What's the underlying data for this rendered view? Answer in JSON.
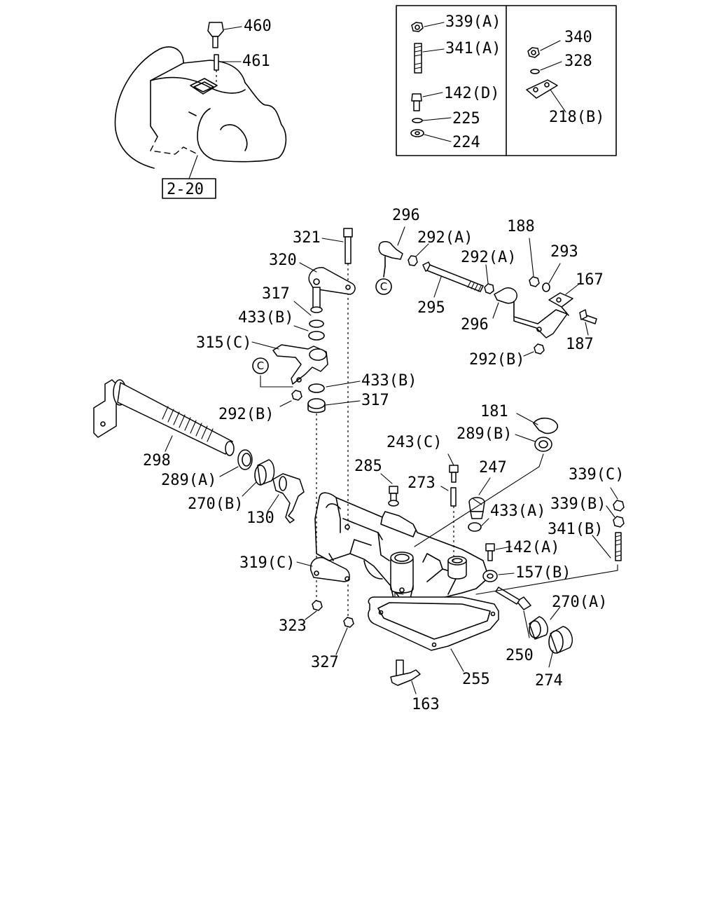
{
  "labels": {
    "p460": "460",
    "p461": "461",
    "ref": "2-20",
    "p339a": "339(A)",
    "p341a": "341(A)",
    "p142d": "142(D)",
    "p225": "225",
    "p224": "224",
    "p340": "340",
    "p328": "328",
    "p218b": "218(B)",
    "p296a": "296",
    "p292a1": "292(A)",
    "p188": "188",
    "p321": "321",
    "p292a2": "292(A)",
    "p293": "293",
    "p320": "320",
    "p167": "167",
    "p317a": "317",
    "p295": "295",
    "p433b1": "433(B)",
    "p296b": "296",
    "p315c": "315(C)",
    "p187": "187",
    "p292b1": "292(B)",
    "p433b2": "433(B)",
    "p317b": "317",
    "p292b2": "292(B)",
    "p181": "181",
    "p289b": "289(B)",
    "p243c": "243(C)",
    "p298": "298",
    "p285": "285",
    "p247": "247",
    "p339c": "339(C)",
    "p273": "273",
    "p289a": "289(A)",
    "p433a": "433(A)",
    "p339b": "339(B)",
    "p270b": "270(B)",
    "p341b": "341(B)",
    "p130": "130",
    "p142a": "142(A)",
    "p319c": "319(C)",
    "p157b": "157(B)",
    "p270a": "270(A)",
    "p323": "323",
    "p250": "250",
    "p327": "327",
    "p255": "255",
    "p274": "274",
    "p163": "163"
  },
  "markers": {
    "c1": "C",
    "c2": "C"
  }
}
